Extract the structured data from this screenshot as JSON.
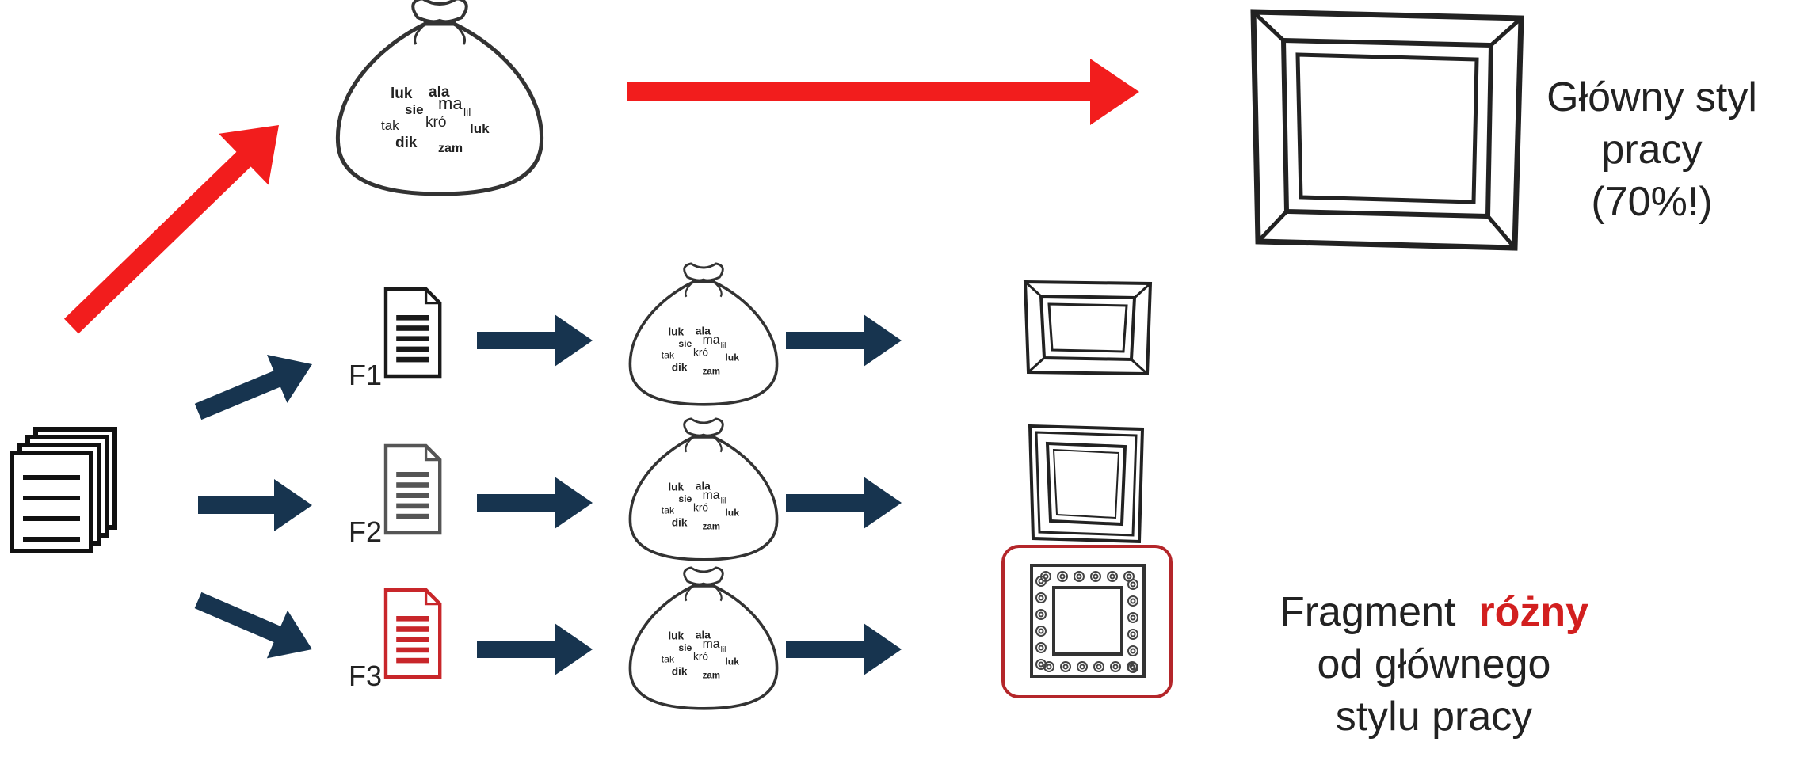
{
  "bag_words": [
    "luk",
    "ala",
    "sie",
    "ma",
    "lil",
    "tak",
    "kró",
    "luk",
    "dik",
    "zam"
  ],
  "fragments": [
    {
      "label": "F1",
      "color": "#1a1a1a"
    },
    {
      "label": "F2",
      "color": "#555555"
    },
    {
      "label": "F3",
      "color": "#c8262a"
    }
  ],
  "captions": {
    "main_style": [
      "Główny styl",
      "pracy",
      "(70%!)"
    ],
    "fragment_prefix": "Fragment",
    "fragment_highlight": "różny",
    "fragment_rest": [
      "od głównego",
      "stylu pracy"
    ]
  },
  "colors": {
    "red_arrow": "#f21d1d",
    "navy_arrow": "#17344f",
    "highlight_text": "#d21f1f",
    "highlight_border": "#b4262a",
    "ink": "#1a1a1a"
  },
  "icons": {
    "document_stack": "document-stack-icon",
    "document": "document-icon",
    "word_bag": "money-bag-icon",
    "frame_plain": "picture-frame-icon",
    "frame_ornate": "ornate-frame-icon"
  }
}
